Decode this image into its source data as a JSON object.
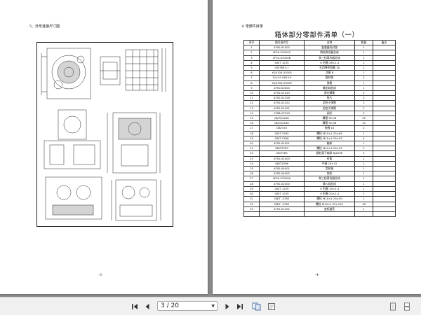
{
  "left_page": {
    "section_title": "5、外形连接尺寸图",
    "page_number": "-3-"
  },
  "right_page": {
    "section_title": "6 零部件目录",
    "table_title": "箱体部分零部件清单（一）",
    "page_number": "-4-",
    "columns": [
      "序号",
      "图号或代号",
      "名称",
      "数量",
      "备注"
    ],
    "rows": [
      [
        "1",
        "4F50-01003",
        "变速器壳封垫",
        "1",
        ""
      ],
      [
        "2",
        "4F50-03000C",
        "倒档离合器总成",
        "1",
        ""
      ],
      [
        "3",
        "4F50-03000B",
        "前三档离合器总成",
        "1",
        ""
      ],
      [
        "4",
        "GB/T 1235",
        "O 形圈 28×2.4",
        "1",
        ""
      ],
      [
        "5",
        "GB/T893.1",
        "孔用弹性挡圈 18",
        "1",
        ""
      ],
      [
        "6",
        "YQX100-03005",
        "活塞 B",
        "1",
        ""
      ],
      [
        "7",
        "12×20 GB119",
        "圆柱销",
        "2",
        ""
      ],
      [
        "8",
        "YQX100-03009",
        "弹簧",
        "1",
        ""
      ],
      [
        "9",
        "4F50-S0000",
        "输出轴总成",
        "1",
        ""
      ],
      [
        "10",
        "4F50-01020",
        "限位螺塞",
        "2",
        ""
      ],
      [
        "11",
        "4F50-01028",
        "垫片",
        "2",
        ""
      ],
      [
        "12",
        "4F50-01022",
        "组合小弹簧",
        "2",
        ""
      ],
      [
        "13",
        "4F50-01021",
        "组合大弹簧",
        "2",
        ""
      ],
      [
        "14",
        "Y30B-07019",
        "阀芯",
        "2",
        ""
      ],
      [
        "15",
        "JB/ZQ4446",
        "螺塞 Rc1/8",
        "35",
        ""
      ],
      [
        "16",
        "JB/ZQ4446",
        "螺塞 Rc3/8",
        "10",
        ""
      ],
      [
        "17",
        "GB/T-93",
        "垫圈 10",
        "2",
        ""
      ],
      [
        "18",
        "GB/T 5785",
        "螺栓 M10×1.25×65",
        "1",
        ""
      ],
      [
        "19",
        "GB/T 5786",
        "螺栓 M10×1.25×55",
        "4",
        ""
      ],
      [
        "20",
        "4F50-01001",
        "箱体",
        "1",
        ""
      ],
      [
        "21",
        "GB/T5783",
        "螺栓 M10×1.25×25",
        "2",
        ""
      ],
      [
        "22",
        "GB/T283",
        "圆柱滚子轴承 NJ209E",
        "2",
        ""
      ],
      [
        "23",
        "4F50-01003",
        "衬套",
        "1",
        ""
      ],
      [
        "24",
        "GB/T1096",
        "平键 C8×32",
        "1",
        ""
      ],
      [
        "25",
        "4F50-04001",
        "齿轮轴",
        "1",
        ""
      ],
      [
        "26",
        "4F50-04002",
        "齿轮",
        "1",
        ""
      ],
      [
        "27",
        "4F50-03000A",
        "前三档离合器总成",
        "1",
        ""
      ],
      [
        "28",
        "4F50-02000",
        "输入轴总成",
        "1",
        ""
      ],
      [
        "29",
        "GB/T 1235",
        "O 形圈 15×2.4",
        "1",
        ""
      ],
      [
        "30",
        "GB/T 1235",
        "O 形圈 20×2.4",
        "1",
        ""
      ],
      [
        "31",
        "GB/T -5785",
        "螺栓 M10×1.25×50",
        "1",
        ""
      ],
      [
        "32",
        "GB/T -5785",
        "螺栓 M10×1.25×120",
        "16",
        ""
      ],
      [
        "33",
        "4F50-01002",
        "变矩器壳",
        "1",
        ""
      ],
      [
        "",
        "",
        "",
        "",
        ""
      ]
    ]
  },
  "toolbar": {
    "page_field": "3 / 20"
  }
}
